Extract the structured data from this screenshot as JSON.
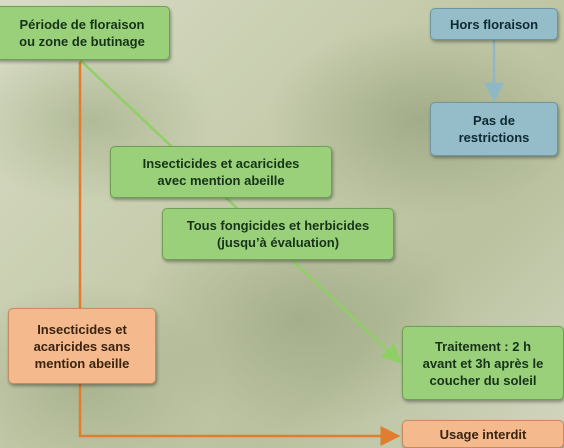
{
  "nodes": {
    "floraison": "Période de floraison\nou zone de butinage",
    "hors_floraison": "Hors floraison",
    "pas_restrictions": "Pas de\nrestrictions",
    "insect_mention": "Insecticides et acaricides\navec mention abeille",
    "fongicides": "Tous fongicides et herbicides\n(jusqu’à évaluation)",
    "insect_sans": "Insecticides et\nacaricides sans\nmention abeille",
    "traitement": "Traitement : 2 h\navant et 3h après le\ncoucher du soleil",
    "usage_interdit": "Usage interdit"
  },
  "colors": {
    "green_box": "#9bd07a",
    "blue_box": "#94bdc9",
    "orange_box": "#f4b98c",
    "green_line": "#8fcf66",
    "blue_line": "#8fb7c4",
    "orange_line": "#e07d2e"
  }
}
